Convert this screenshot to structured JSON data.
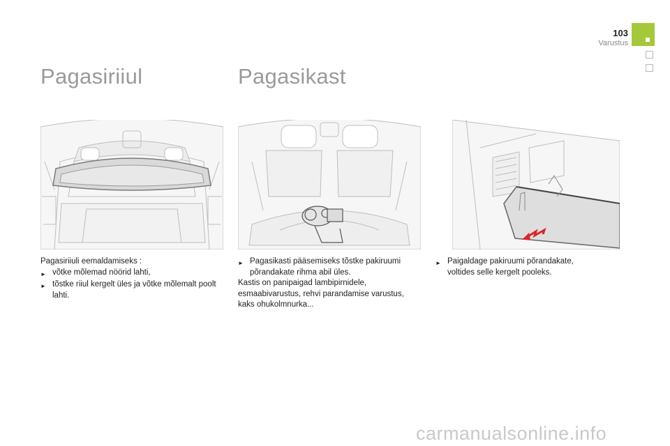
{
  "header": {
    "page_number": "103",
    "section": "Varustus",
    "accent_color": "#a5c83b"
  },
  "headings": {
    "left": "Pagasiriiul",
    "right": "Pagasikast"
  },
  "illustrations": {
    "parcel_shelf": "trunk-parcel-shelf-illustration",
    "trunk_box": "trunk-storage-box-illustration",
    "floor_fold": "trunk-floor-fold-illustration",
    "arrow_color": "#d9262a"
  },
  "columns": {
    "col1": {
      "intro": "Pagasiriiuli eemaldamiseks :",
      "bullets": [
        {
          "text": "võtke mõlemad nöörid lahti,"
        },
        {
          "text": "tõstke riiul kergelt üles ja võtke mõlemalt poolt lahti."
        }
      ]
    },
    "col2": {
      "bullets": [
        {
          "text": "Pagasikasti pääsemiseks tõstke pakiruumi põrandakate rihma abil üles."
        }
      ],
      "paragraph": "Kastis on panipaigad lambipirnidele, esmaabivarustus, rehvi parandamise varustus, kaks ohukolmnurka..."
    },
    "col3": {
      "bullets": [
        {
          "text": "Paigaldage pakiruumi põrandakate, voltides selle kergelt pooleks."
        }
      ]
    }
  },
  "bullet_glyph": "►",
  "watermark": "carmanualsonline.info"
}
